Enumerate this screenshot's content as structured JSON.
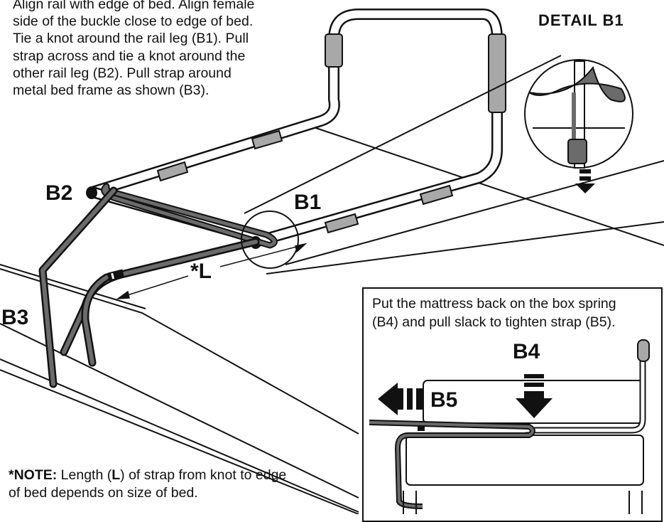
{
  "instructions": {
    "line1": "Align rail with edge of bed. Align female",
    "line2": "side of the buckle close to edge of bed.",
    "line3": "Tie a knot around the rail leg (B1). Pull",
    "line4": "strap across and tie a knot around the",
    "line5": "other rail leg (B2). Pull strap around",
    "line6": "metal bed frame as shown (B3)."
  },
  "detail_title": "DETAIL B1",
  "labels": {
    "b1": "B1",
    "b2": "B2",
    "b3": "B3",
    "l": "*L",
    "b4": "B4",
    "b5": "B5"
  },
  "inset": {
    "line1": "Put the mattress back on the box spring",
    "line2": "(B4) and pull slack to tighten strap (B5)."
  },
  "note": {
    "prefix": "*NOTE:",
    "text_a": " Length (",
    "bold_l": "L",
    "text_b": ") of strap from knot to edge",
    "line2": "of bed depends on size of bed."
  },
  "colors": {
    "ink": "#111111",
    "strap": "#6b6b6b",
    "grip": "#a8a8a8"
  }
}
